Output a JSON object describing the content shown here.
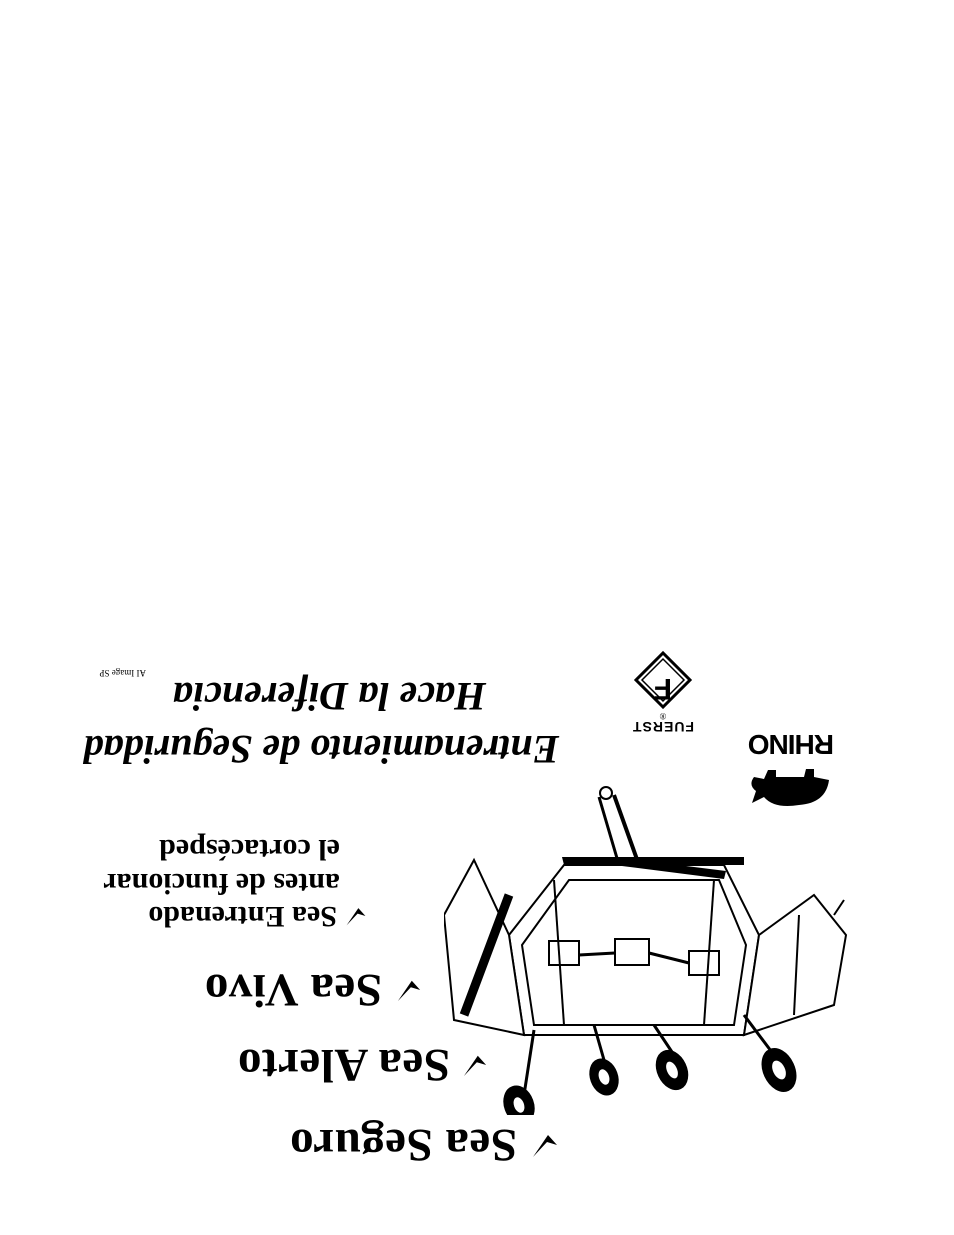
{
  "headline": "Entrenamiento de Seguridad",
  "subheadline": "Hace la Diferencia",
  "footer_code": "AI Image SP",
  "bullets": [
    "Sea Seguro",
    "Sea Alerto",
    "Sea Vivo"
  ],
  "trained": {
    "line1": "Sea Entrenado",
    "line2": "antes de funcionar",
    "line3": "el cortacésped"
  },
  "logos": {
    "fuerst": "FUERST",
    "fuerst_mark": "F",
    "registered": "®",
    "rhino": "RHINO"
  },
  "icons": {
    "check": "check-mark-icon",
    "mower": "batwing-mower-illustration",
    "rhino": "rhino-animal-icon"
  }
}
